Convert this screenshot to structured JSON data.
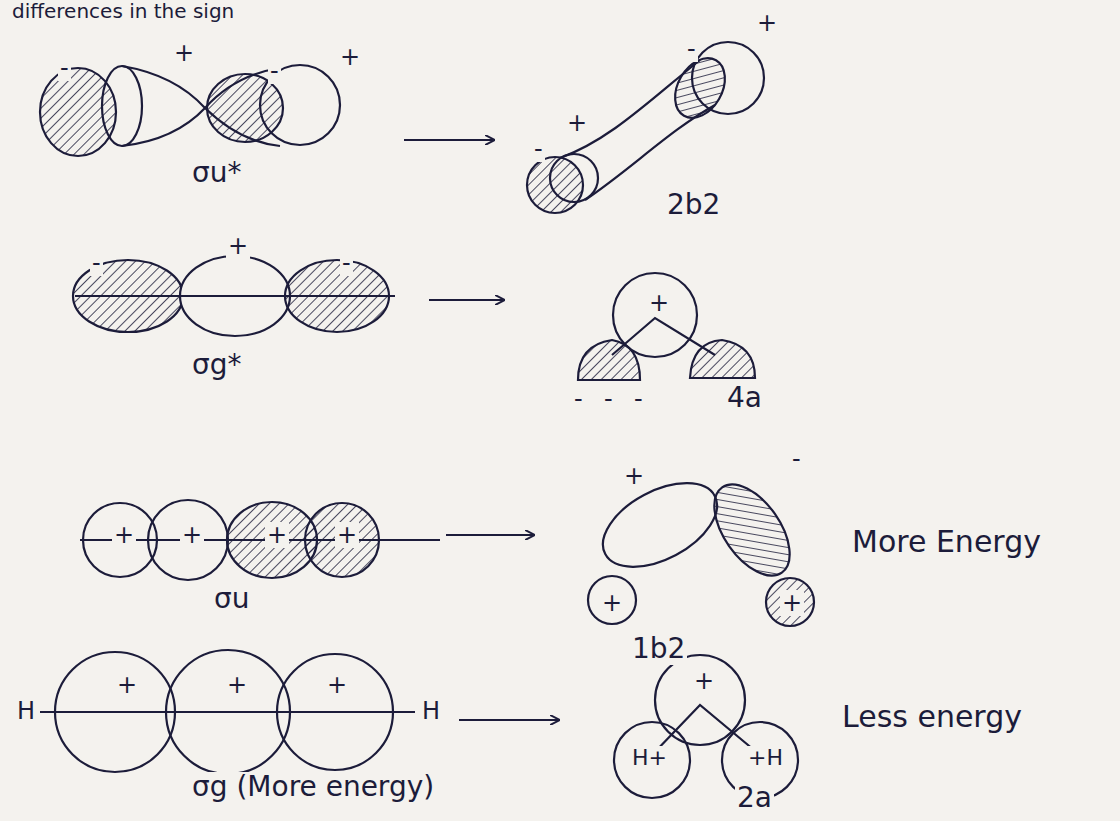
{
  "diagram": {
    "nodes": [
      {
        "text": [
          "σu*"
        ]
      },
      {
        "text": [
          "σg*"
        ]
      },
      {
        "text": [
          "σu"
        ]
      },
      {
        "text": [
          "σg (More energy)"
        ]
      },
      {
        "text": [
          "2b2"
        ]
      },
      {
        "text": [
          "4a"
        ]
      },
      {
        "text": [
          "1b2"
        ]
      },
      {
        "text": [
          "2a"
        ]
      }
    ],
    "edges": [
      {
        "from": 0,
        "to": 4,
        "arrow": "to"
      },
      {
        "from": 1,
        "to": 5,
        "arrow": "to"
      },
      {
        "from": 2,
        "to": 6,
        "arrow": "to"
      },
      {
        "from": 3,
        "to": 7,
        "arrow": "to"
      }
    ],
    "labels": [
      "differences in the sign",
      "-",
      "+",
      "-",
      "+",
      "-",
      "+",
      "+",
      "-",
      "-",
      "+",
      "-",
      "+",
      "-",
      "-",
      "-",
      "+",
      "+",
      "+",
      "+",
      "+",
      "-",
      "+",
      "+",
      "H",
      "+",
      "+",
      "+",
      "H",
      "+",
      "H+",
      "+H",
      "More Energy",
      "Less energy"
    ]
  }
}
